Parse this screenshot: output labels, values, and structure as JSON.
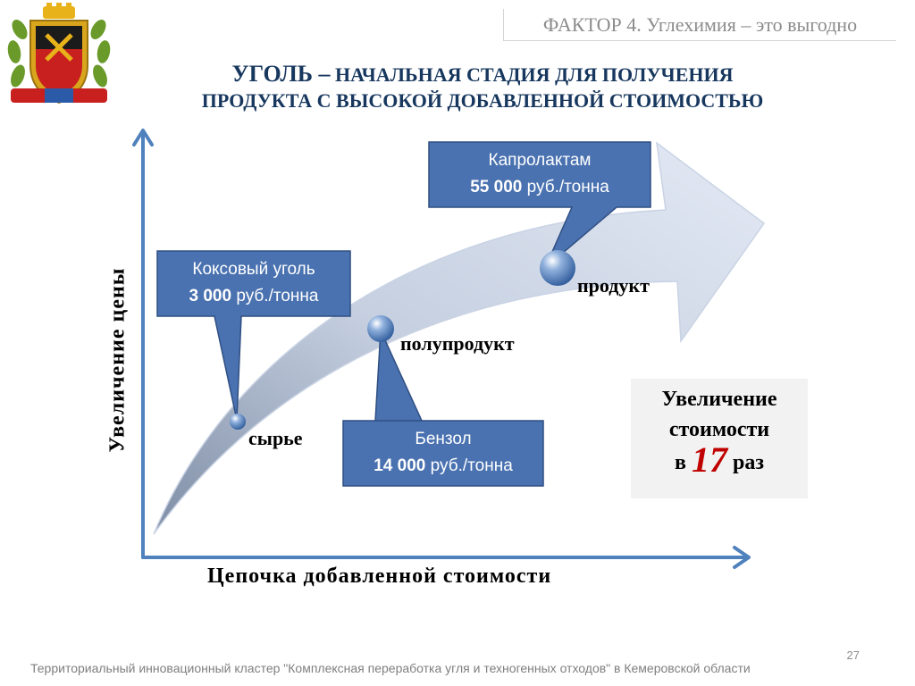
{
  "header": {
    "factor": "ФАКТОР 4. Углехимия – это выгодно"
  },
  "title": {
    "line1_strong": "УГОЛЬ –",
    "line1_rest": "НАЧАЛЬНАЯ СТАДИЯ ДЛЯ ПОЛУЧЕНИЯ",
    "line2": "ПРОДУКТА С ВЫСОКОЙ ДОБАВЛЕННОЙ СТОИМОСТЬЮ"
  },
  "callouts": {
    "coke": {
      "name": "Коксовый уголь",
      "price": "3 000",
      "unit": "руб./тонна"
    },
    "benzene": {
      "name": "Бензол",
      "price": "14 000",
      "unit": "руб./тонна"
    },
    "caprolactam": {
      "name": "Капролактам",
      "price": "55 000",
      "unit": "руб./тонна"
    }
  },
  "stages": {
    "raw": "сырье",
    "semi": "полупродукт",
    "product": "продукт"
  },
  "axes": {
    "y": "Увеличение  цены",
    "x": "Цепочка  добавленной  стоимости"
  },
  "increase": {
    "line1": "Увеличение",
    "line2": "стоимости",
    "prefix": "в",
    "value": "17",
    "suffix": "раз"
  },
  "page_number": "27",
  "footer": "Территориальный инновационный кластер \"Комплексная переработка угля и техногенных отходов\" в Кемеровской области",
  "colors": {
    "callout": "#4a72b0",
    "axis": "#4f81bd",
    "title": "#17375e",
    "highlight": "#c00000"
  },
  "icons": {
    "logo": "kemerovo-coat-of-arms"
  }
}
